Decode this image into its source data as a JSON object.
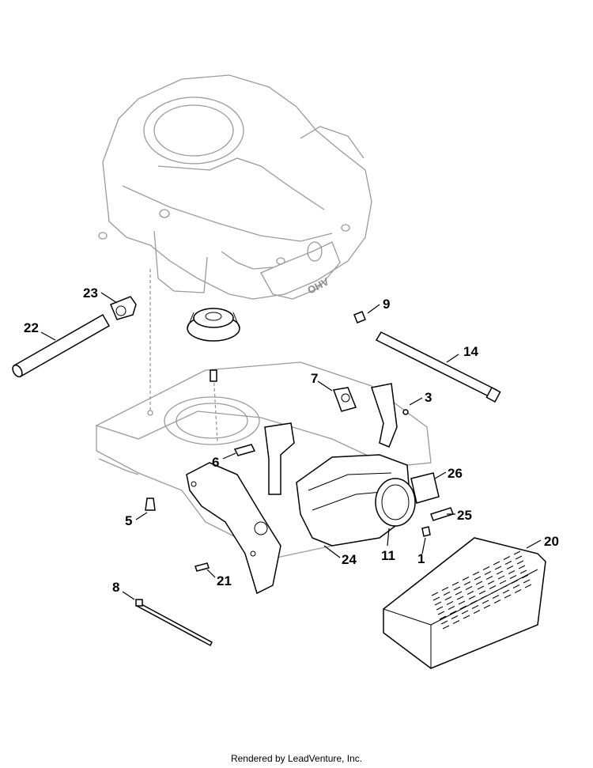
{
  "diagram": {
    "engine_badge": "OHV",
    "callouts": [
      "23",
      "22",
      "9",
      "14",
      "7",
      "3",
      "6",
      "26",
      "5",
      "25",
      "11",
      "1",
      "24",
      "20",
      "21",
      "8"
    ]
  },
  "footer": {
    "credit": "Rendered by LeadVenture, Inc."
  }
}
